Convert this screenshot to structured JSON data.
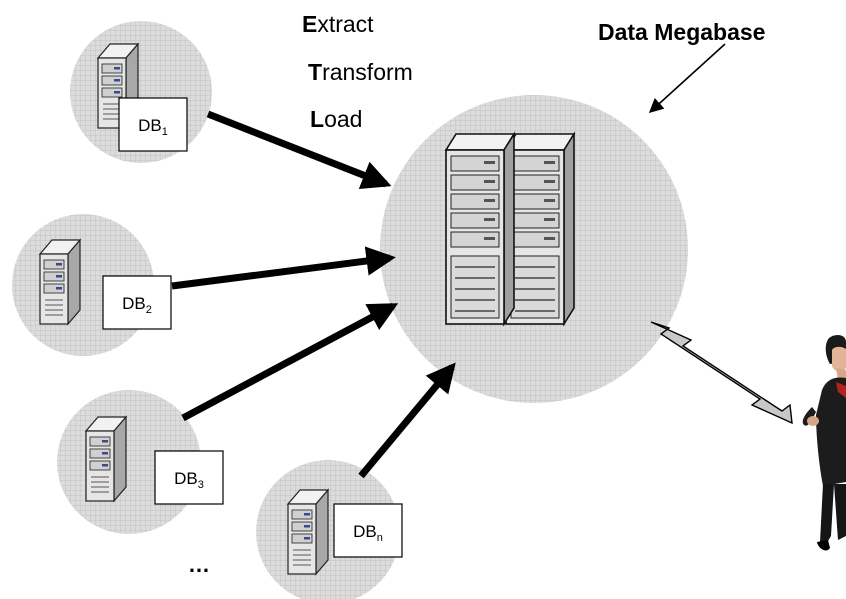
{
  "title": "Data Megabase",
  "etl": [
    {
      "initial": "E",
      "rest": "xtract"
    },
    {
      "initial": "T",
      "rest": "ransform"
    },
    {
      "initial": "L",
      "rest": "oad"
    }
  ],
  "sources": [
    {
      "base": "DB",
      "sub": "1"
    },
    {
      "base": "DB",
      "sub": "2"
    },
    {
      "base": "DB",
      "sub": "3"
    },
    {
      "base": "DB",
      "sub": "n"
    }
  ],
  "ellipsis": "…",
  "colors": {
    "circle_fill": "#dcdcdc",
    "grid_line": "#c2c2c2",
    "arrow": "#000000",
    "double_arrow_fill": "#c8c8c8",
    "server_face": "#e6e6e6",
    "server_side": "#aaaaaa"
  },
  "icons": {
    "source": "server-tower-icon",
    "megabase": "server-rack-icon",
    "user": "person-icon"
  }
}
